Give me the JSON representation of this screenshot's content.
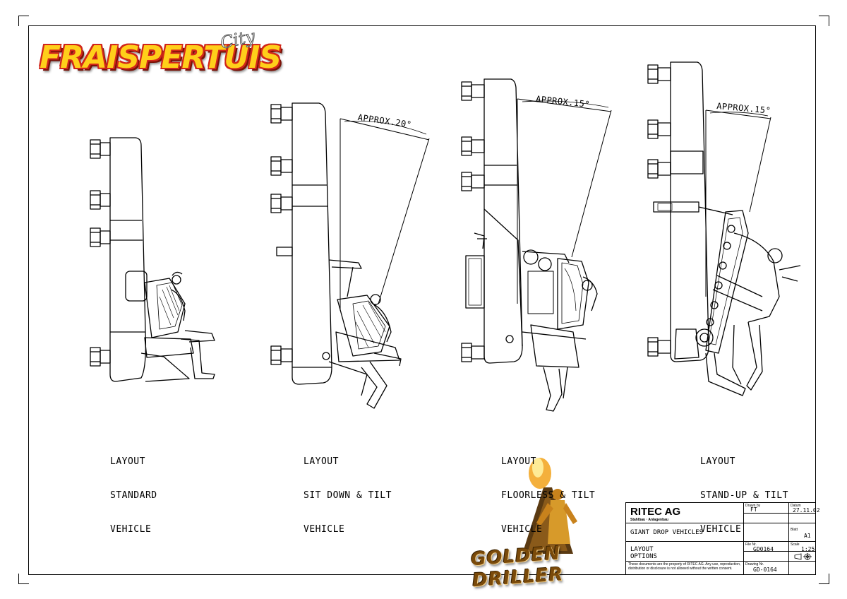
{
  "logo_top": {
    "main": "FRAISPERTUIS",
    "city": "City"
  },
  "captions": [
    {
      "line1": "LAYOUT",
      "line2": "STANDARD",
      "line3": "VEHICLE"
    },
    {
      "line1": "LAYOUT",
      "line2": "SIT DOWN & TILT",
      "line3": "VEHICLE"
    },
    {
      "line1": "LAYOUT",
      "line2": "FLOORLESS & TILT",
      "line3": "VEHICLE"
    },
    {
      "line1": "LAYOUT",
      "line2": "STAND-UP & TILT",
      "line3": "VEHICLE"
    }
  ],
  "angles": [
    "APPROX.20°",
    "APPROX.15°",
    "APPROX.15°"
  ],
  "logo_bottom": "GOLDEN DRILLER",
  "title_block": {
    "company": "RITEC AG",
    "company_sub": "Stahlbau · Anlagenbau",
    "project": "GIANT DROP VEHICLES",
    "part_name": "LAYOUT\nOPTIONS",
    "drawn_by_label": "Drawn by",
    "drawn_by": "FT",
    "date_label": "Datum",
    "date": "27.11.02",
    "sheet_label": "Blatt",
    "sheet": "A1",
    "file_label": "File Nr.",
    "file": "GD0164",
    "scale_label": "Scale",
    "scale": "1:25",
    "drawing_label": "Drawing Nr.",
    "drawing": "GD-0164",
    "notice": "These documents are the property of RITEC AG. Any use, reproduction, distribution or disclosure is not allowed without the written consent."
  }
}
